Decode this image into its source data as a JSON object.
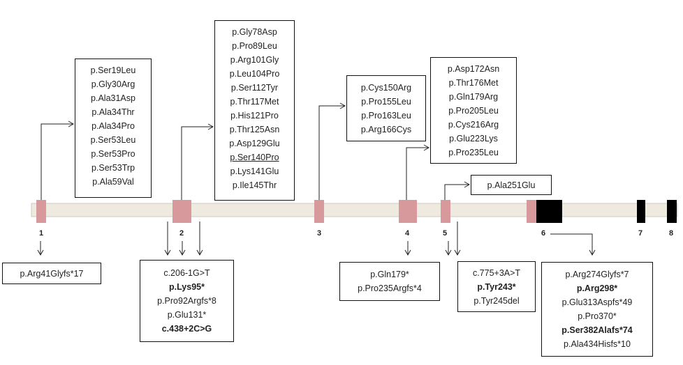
{
  "exons": [
    {
      "label": "1"
    },
    {
      "label": "2"
    },
    {
      "label": "3"
    },
    {
      "label": "4"
    },
    {
      "label": "5"
    },
    {
      "label": "6"
    },
    {
      "label": "7"
    },
    {
      "label": "8"
    }
  ],
  "colors": {
    "track_fill": "#eeeae0",
    "track_border": "#cfc9bb",
    "exon_pink": "#d8999c",
    "exon_black": "#000000",
    "arrow": "#222222"
  },
  "boxes": {
    "exon1_above": [
      {
        "text": "p.Ser19Leu"
      },
      {
        "text": "p.Gly30Arg"
      },
      {
        "text": "p.Ala31Asp"
      },
      {
        "text": "p.Ala34Thr"
      },
      {
        "text": "p.Ala34Pro"
      },
      {
        "text": "p.Ser53Leu"
      },
      {
        "text": "p.Ser53Pro"
      },
      {
        "text": "p.Ser53Trp"
      },
      {
        "text": "p.Ala59Val"
      }
    ],
    "exon2_above": [
      {
        "text": "p.Gly78Asp"
      },
      {
        "text": "p.Pro89Leu"
      },
      {
        "text": "p.Arg101Gly"
      },
      {
        "text": "p.Leu104Pro"
      },
      {
        "text": "p.Ser112Tyr"
      },
      {
        "text": "p.Thr117Met"
      },
      {
        "text": "p.His121Pro"
      },
      {
        "text": "p.Thr125Asn"
      },
      {
        "text": "p.Asp129Glu"
      },
      {
        "text": "p.Ser140Pro",
        "underline": true
      },
      {
        "text": "p.Lys141Glu"
      },
      {
        "text": "p.Ile145Thr"
      }
    ],
    "exon3_above": [
      {
        "text": "p.Cys150Arg"
      },
      {
        "text": "p.Pro155Leu"
      },
      {
        "text": "p.Pro163Leu"
      },
      {
        "text": "p.Arg166Cys"
      }
    ],
    "exon4_above": [
      {
        "text": "p.Asp172Asn"
      },
      {
        "text": "p.Thr176Met"
      },
      {
        "text": "p.Gln179Arg"
      },
      {
        "text": "p.Pro205Leu"
      },
      {
        "text": "p.Cys216Arg"
      },
      {
        "text": "p.Glu223Lys"
      },
      {
        "text": "p.Pro235Leu"
      }
    ],
    "exon5_above": [
      {
        "text": "p.Ala251Glu"
      }
    ],
    "exon1_below": [
      {
        "text": "p.Arg41Glyfs*17"
      }
    ],
    "exon2_below": [
      {
        "text": "c.206-1G>T"
      },
      {
        "text": "p.Lys95*",
        "bold": true
      },
      {
        "text": "p.Pro92Argfs*8"
      },
      {
        "text": "p.Glu131*"
      },
      {
        "text": "c.438+2C>G",
        "bold": true
      }
    ],
    "exon4_below": [
      {
        "text": "p.Gln179*"
      },
      {
        "text": "p.Pro235Argfs*4"
      }
    ],
    "exon5_below": [
      {
        "text": "c.775+3A>T"
      },
      {
        "text": "p.Tyr243*",
        "bold": true
      },
      {
        "text": "p.Tyr245del"
      }
    ],
    "exon6_below": [
      {
        "text": "p.Arg274Glyfs*7"
      },
      {
        "text": "p.Arg298*",
        "bold": true
      },
      {
        "text": "p.Glu313Aspfs*49"
      },
      {
        "text": "p.Pro370*"
      },
      {
        "text": "p.Ser382Alafs*74",
        "bold": true
      },
      {
        "text": "p.Ala434Hisfs*10"
      }
    ]
  }
}
